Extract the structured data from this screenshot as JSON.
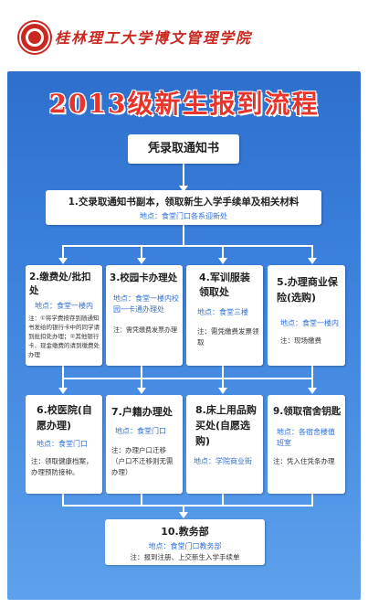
{
  "header": {
    "school_name": "桂林理工大学博文管理学院",
    "main_title": "2013级新生报到流程"
  },
  "flow": {
    "start": "凭录取通知书",
    "step1": {
      "title": "1.交录取通知书副本，领取新生入学手续单及相关材料",
      "location": "地点：食堂门口各系迎新处"
    },
    "row1": [
      {
        "title": "2.缴费处/批扣处",
        "location": "地点：食堂一楼内",
        "note": "注：①将学费按存到随通知书发给的银行卡中的同学请到批扣处办理；②其他银行卡、现金缴费的请到缴费处办理"
      },
      {
        "title": "3.校园卡办理处",
        "location": "地点：食堂一楼内校园一卡通办理处",
        "note": "注：需凭缴费发票办理"
      },
      {
        "title": "4.军训服装领取处",
        "location": "地点：食堂三楼",
        "note": "注：需凭缴费发票领取"
      },
      {
        "title": "5.办理商业保险(选购)",
        "location": "地点：食堂一楼内",
        "note": "注：现场缴费"
      }
    ],
    "row2": [
      {
        "title": "6.校医院(自愿办理)",
        "location": "地点：食堂门口",
        "note": "注：领取健康档案，办理预防接种。"
      },
      {
        "title": "7.户籍办理处",
        "location": "地点：食堂门口",
        "note": "注：办理户口迁移（户口不迁移则无需办理）"
      },
      {
        "title": "8.床上用品购买处(自愿选购)",
        "location": "地点：学院商业街",
        "note": ""
      },
      {
        "title": "9.领取宿舍钥匙",
        "location": "地点：各宿舍楼值班室",
        "note": "注：凭入住凭条办理"
      }
    ],
    "step10": {
      "title": "10.教务部",
      "location": "地点：食堂门口教务部",
      "note": "注：报到注册、上交新生入学手续单"
    }
  }
}
